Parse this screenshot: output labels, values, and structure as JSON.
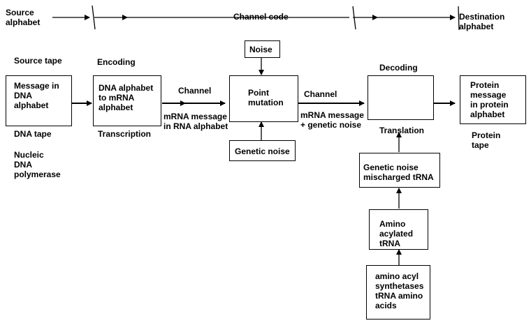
{
  "header": {
    "source_alphabet": "Source\nalphabet",
    "channel_code": "Channel code",
    "destination_alphabet": "Destination\nalphabet"
  },
  "left_column": {
    "source_tape": "Source tape",
    "dna_tape": "DNA tape",
    "nucleic_dna_polymerase": "Nucleic\nDNA\npolymerase"
  },
  "encoding": {
    "title": "Encoding",
    "box": "DNA alphabet\nto mRNA\nalphabet",
    "below": "Transcription"
  },
  "source_box": "Message in\nDNA\nalphabet",
  "channel_left": {
    "label": "Channel",
    "below": "mRNA message\nin RNA alphabet"
  },
  "noise_box": "Noise",
  "point_mutation_box": "Point\nmutation",
  "genetic_noise_box": "Genetic noise",
  "channel_right": {
    "label": "Channel",
    "below": "mRNA message\n+ genetic noise"
  },
  "decoding": {
    "title": "Decoding",
    "below": "Translation"
  },
  "destination_box": "Protein\nmessage\nin protein\nalphabet",
  "protein_tape": "Protein\ntape",
  "mischarged_box": "Genetic noise\nmischarged tRNA",
  "amino_acylated_box": "Amino\nacylated\ntRNA",
  "synthetases_box": "amino acyl\nsynthetases\ntRNA amino\nacids"
}
